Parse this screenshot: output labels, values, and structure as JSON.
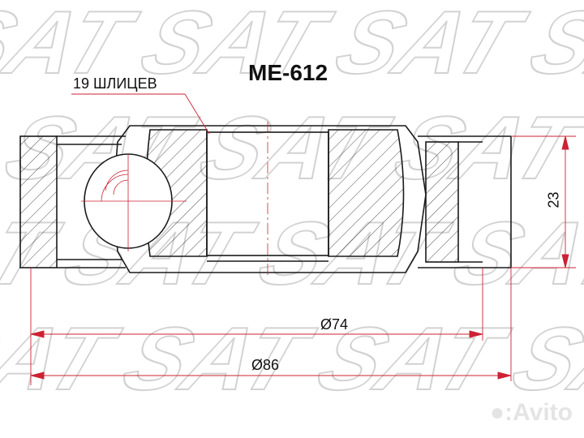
{
  "title": "ME-612",
  "callout": "19 ШЛИЦЕВ",
  "dimensions": {
    "height": "23",
    "inner_diameter": "Ø74",
    "outer_diameter": "Ø86"
  },
  "watermark": "SAT",
  "avito": "Avito",
  "colors": {
    "line": "#1a1a1a",
    "dimension": "#cc2233",
    "watermark": "#cfcfcf"
  }
}
